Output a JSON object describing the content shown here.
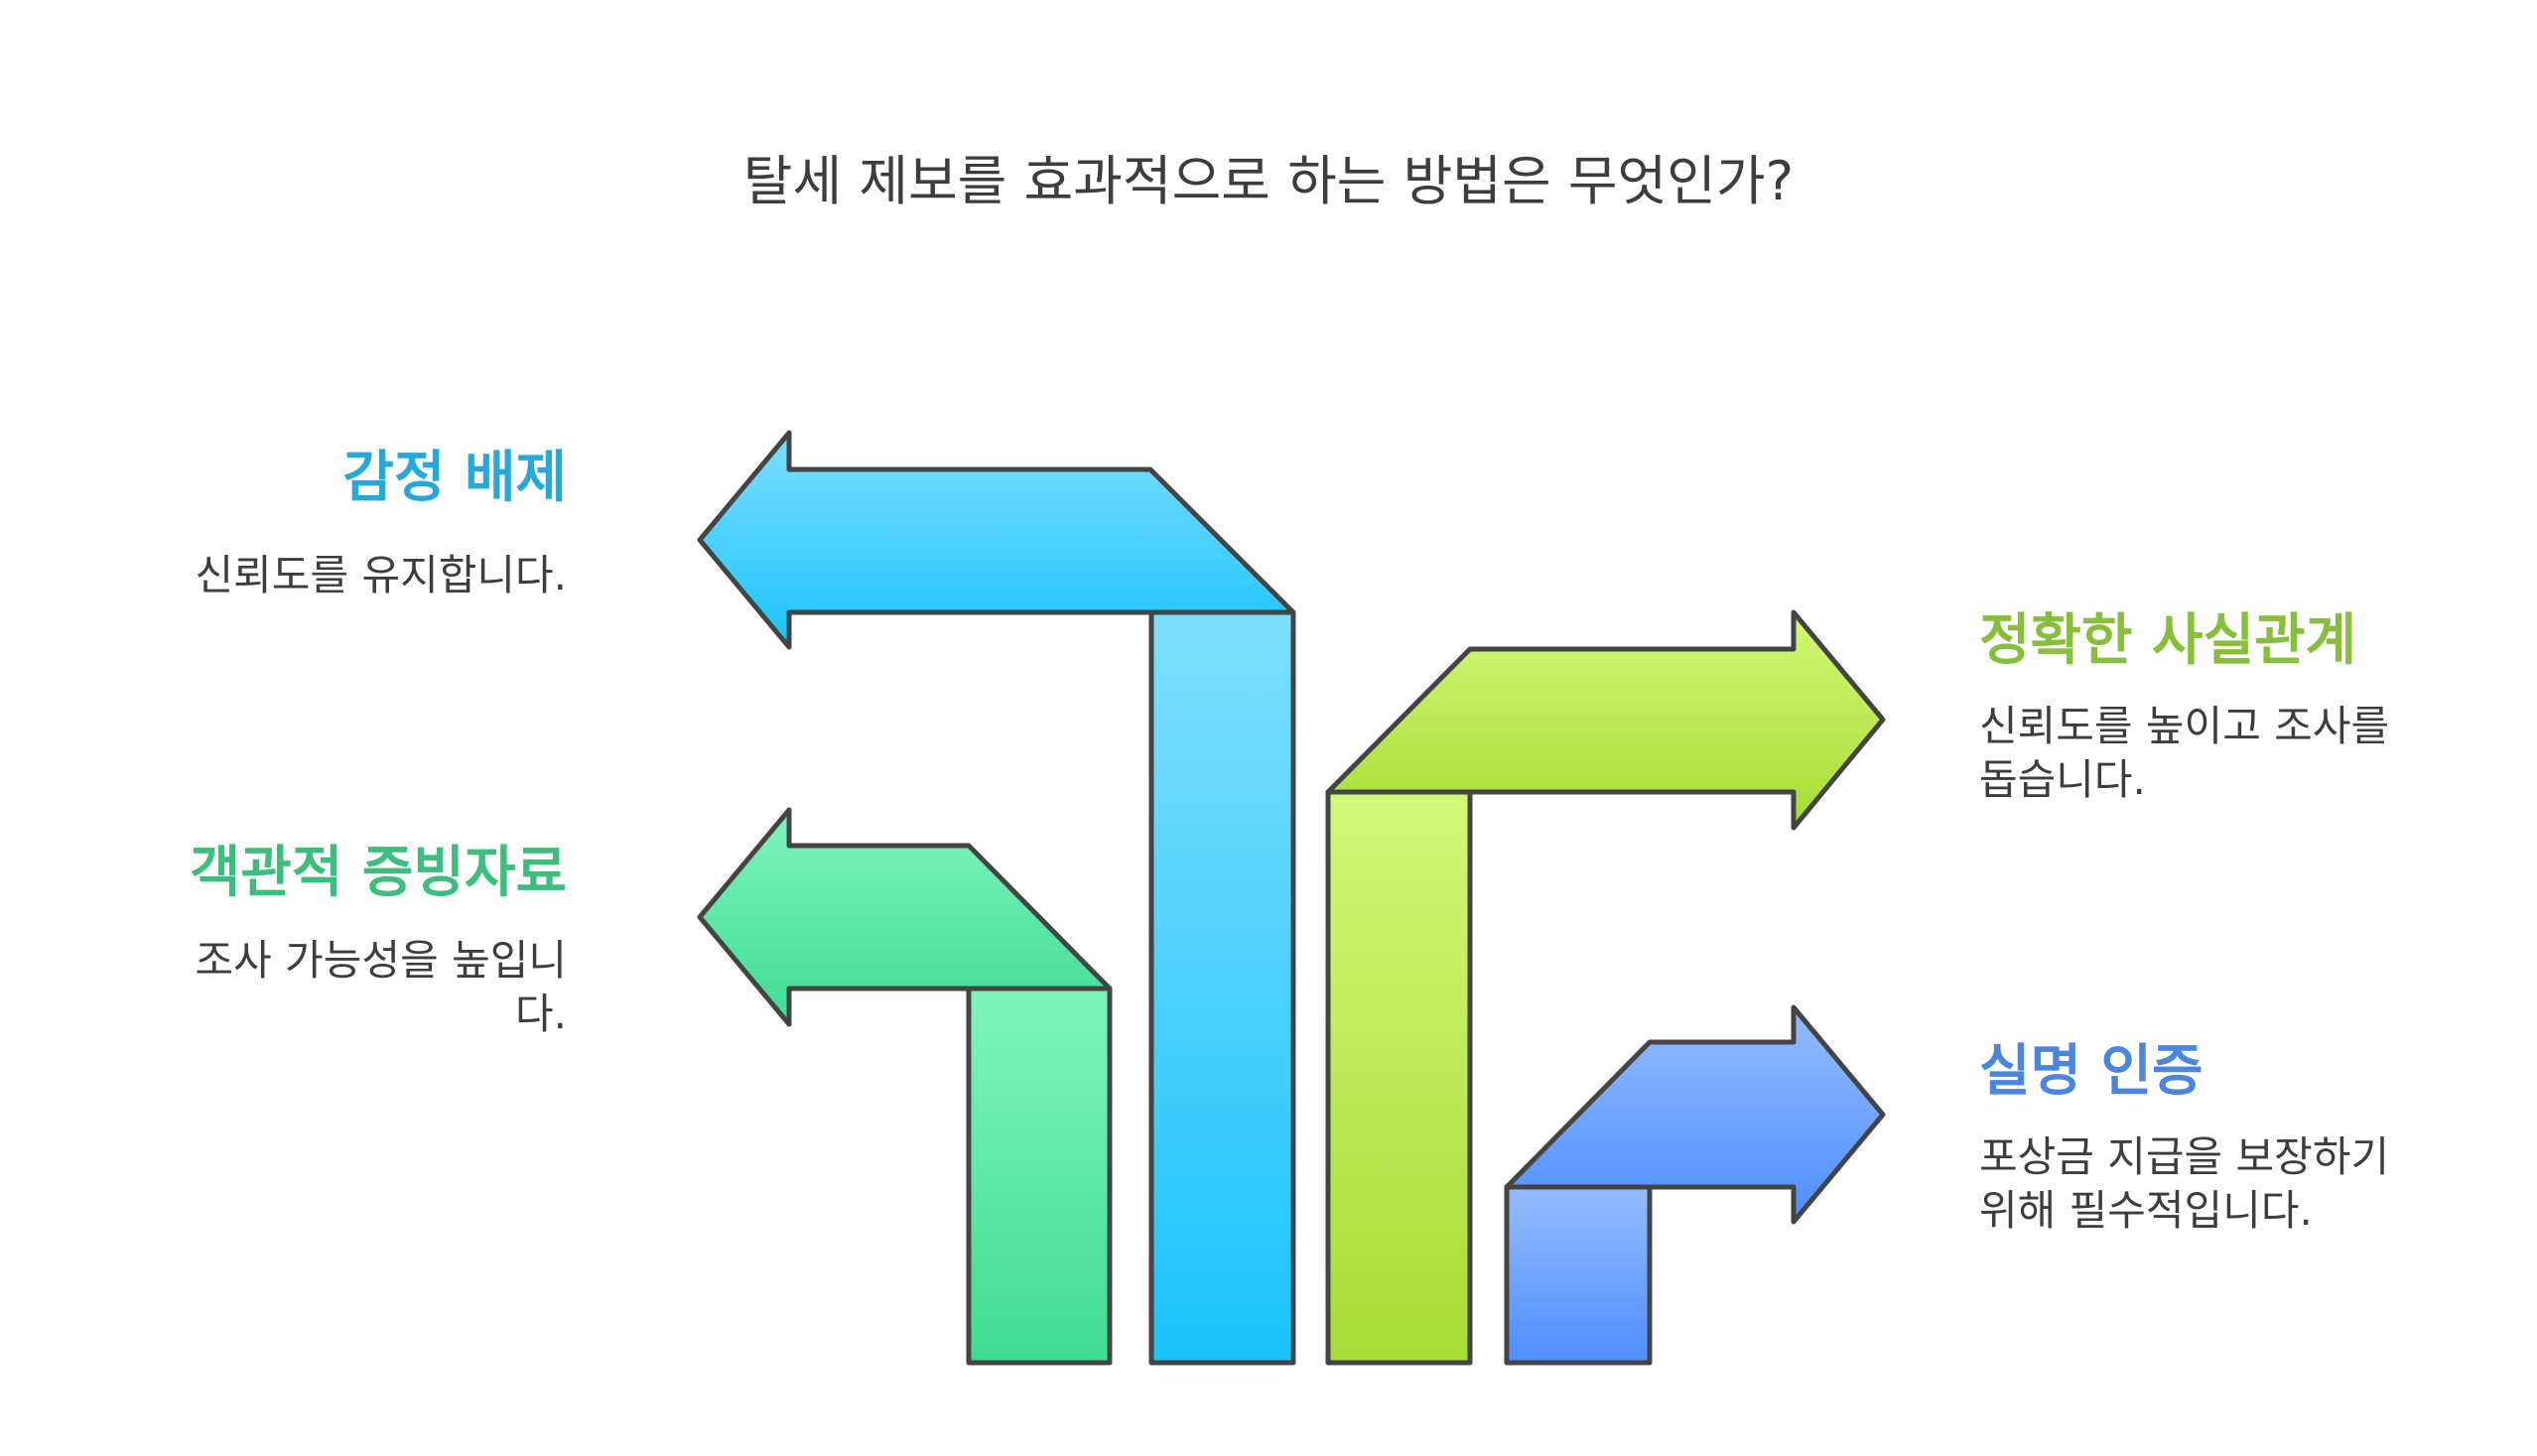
{
  "title": "탈세 제보를 효과적으로 하는 방법은 무엇인가?",
  "items": [
    {
      "label": "감정 배제",
      "description": "신뢰도를 유지합니다.",
      "color": "#26A8D8",
      "side": "left"
    },
    {
      "label": "객관적 증빙자료",
      "description": "조사 가능성을 높입니다.",
      "color": "#3DBE7C",
      "side": "left"
    },
    {
      "label": "정확한 사실관계",
      "description": "신뢰도를 높이고 조사를 돕습니다.",
      "color": "#87BE3A",
      "side": "right"
    },
    {
      "label": "실명 인증",
      "description": "포상금 지급을 보장하기 위해 필수적입니다.",
      "color": "#4A86E0",
      "side": "right"
    }
  ],
  "arrows": [
    {
      "name": "cyan",
      "gradient": [
        "#7EDFFC",
        "#1AC3FC"
      ]
    },
    {
      "name": "green",
      "gradient": [
        "#7EF5BD",
        "#40DC92"
      ]
    },
    {
      "name": "lime",
      "gradient": [
        "#D2F977",
        "#A6DC35"
      ]
    },
    {
      "name": "blue",
      "gradient": [
        "#94BCFD",
        "#4E8EFF"
      ]
    }
  ]
}
